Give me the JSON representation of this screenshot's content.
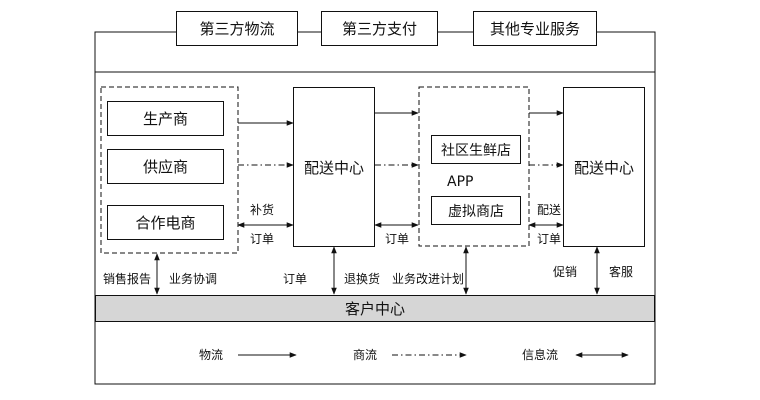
{
  "top_tabs": {
    "logistics": "第三方物流",
    "payment": "第三方支付",
    "other": "其他专业服务"
  },
  "suppliers": {
    "producer": "生产商",
    "supplier": "供应商",
    "ecommerce": "合作电商"
  },
  "distribution_center_1": "配送中心",
  "distribution_center_2": "配送中心",
  "app_group": {
    "community_store": "社区生鲜店",
    "app_label": "APP",
    "virtual_store": "虚拟商店"
  },
  "customer_center": "客户中心",
  "edge_labels": {
    "replenish": "补货",
    "order_left": "订单",
    "order_mid": "订单",
    "delivery": "配送",
    "order_right": "订单",
    "sales_report": "销售报告",
    "biz_coordination": "业务协调",
    "order_bottom": "订单",
    "returns": "退换货",
    "biz_improvement": "业务改进计划",
    "promotion": "促销",
    "customer_service": "客服"
  },
  "legend": {
    "logistics_flow": "物流",
    "commerce_flow": "商流",
    "info_flow": "信息流"
  }
}
